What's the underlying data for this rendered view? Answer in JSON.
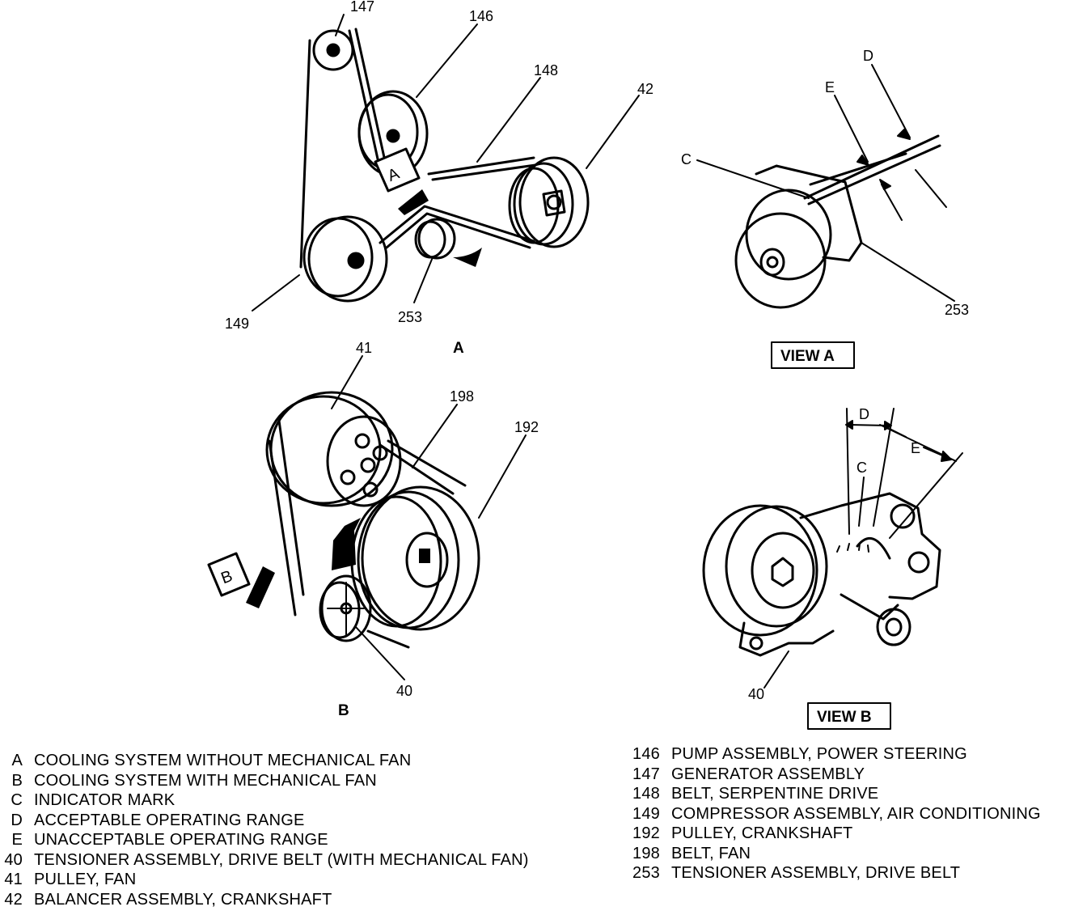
{
  "callouts": {
    "a_147": "147",
    "a_146": "146",
    "a_148": "148",
    "a_42": "42",
    "a_149": "149",
    "a_253": "253",
    "va_D": "D",
    "va_E": "E",
    "va_C": "C",
    "va_253": "253",
    "b_41": "41",
    "b_198": "198",
    "b_192": "192",
    "b_40": "40",
    "vb_D": "D",
    "vb_E": "E",
    "vb_C": "C",
    "vb_40": "40"
  },
  "panels": {
    "a_letter": "A",
    "b_letter": "B",
    "view_a": "VIEW A",
    "view_b": "VIEW B",
    "arrow_box_a": "A",
    "arrow_box_b": "B"
  },
  "legend_left": [
    {
      "code": "A",
      "text": "COOLING SYSTEM WITHOUT MECHANICAL FAN"
    },
    {
      "code": "B",
      "text": "COOLING SYSTEM WITH MECHANICAL FAN"
    },
    {
      "code": "C",
      "text": "INDICATOR MARK"
    },
    {
      "code": "D",
      "text": "ACCEPTABLE OPERATING RANGE"
    },
    {
      "code": "E",
      "text": "UNACCEPTABLE OPERATING RANGE"
    },
    {
      "code": "40",
      "text": "TENSIONER ASSEMBLY, DRIVE BELT (WITH MECHANICAL FAN)"
    },
    {
      "code": "41",
      "text": "PULLEY, FAN"
    },
    {
      "code": "42",
      "text": "BALANCER ASSEMBLY, CRANKSHAFT"
    }
  ],
  "legend_right": [
    {
      "code": "146",
      "text": "PUMP ASSEMBLY, POWER STEERING"
    },
    {
      "code": "147",
      "text": "GENERATOR ASSEMBLY"
    },
    {
      "code": "148",
      "text": "BELT, SERPENTINE DRIVE"
    },
    {
      "code": "149",
      "text": "COMPRESSOR ASSEMBLY, AIR CONDITIONING"
    },
    {
      "code": "192",
      "text": "PULLEY, CRANKSHAFT"
    },
    {
      "code": "198",
      "text": "BELT, FAN"
    },
    {
      "code": "253",
      "text": "TENSIONER ASSEMBLY, DRIVE BELT"
    }
  ]
}
